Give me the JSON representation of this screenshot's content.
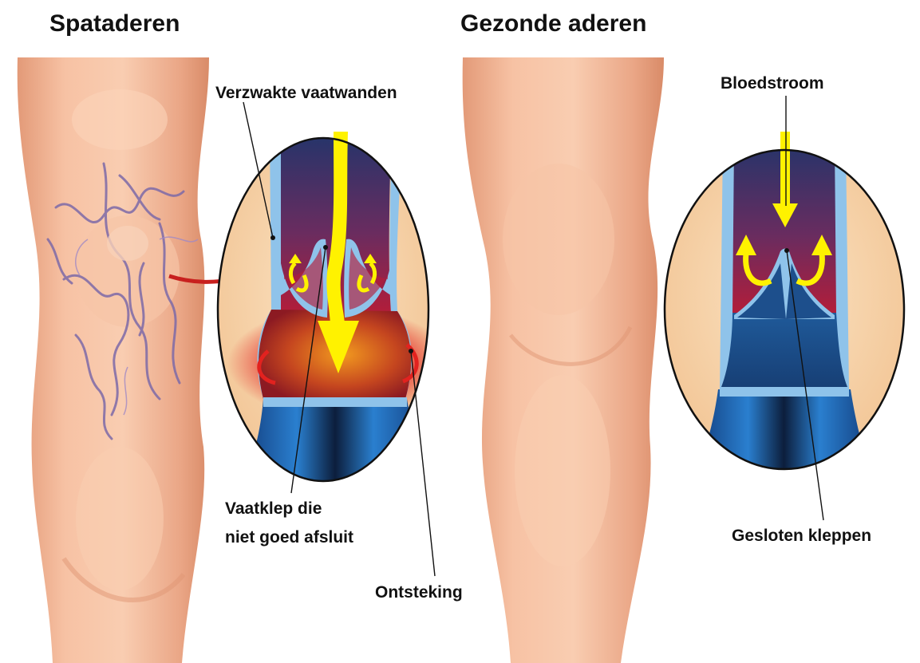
{
  "titles": {
    "left": "Spataderen",
    "right": "Gezonde aderen"
  },
  "labels": {
    "weakened_walls": "Verzwakte vaatwanden",
    "faulty_valve_line1": "Vaatklep die",
    "faulty_valve_line2": "niet goed afsluit",
    "inflammation": "Ontsteking",
    "blood_flow": "Bloedstroom",
    "closed_valves": "Gesloten kleppen"
  },
  "colors": {
    "skin": "#f4b99a",
    "skin_shadow": "#e09877",
    "vein_dark": "#2b3a6e",
    "blood": "#a8203a",
    "arrow": "#fff200",
    "vessel_wall": "#8fc3ea",
    "inflammation": "#e2221f",
    "pointer_arrow": "#c8201e"
  }
}
